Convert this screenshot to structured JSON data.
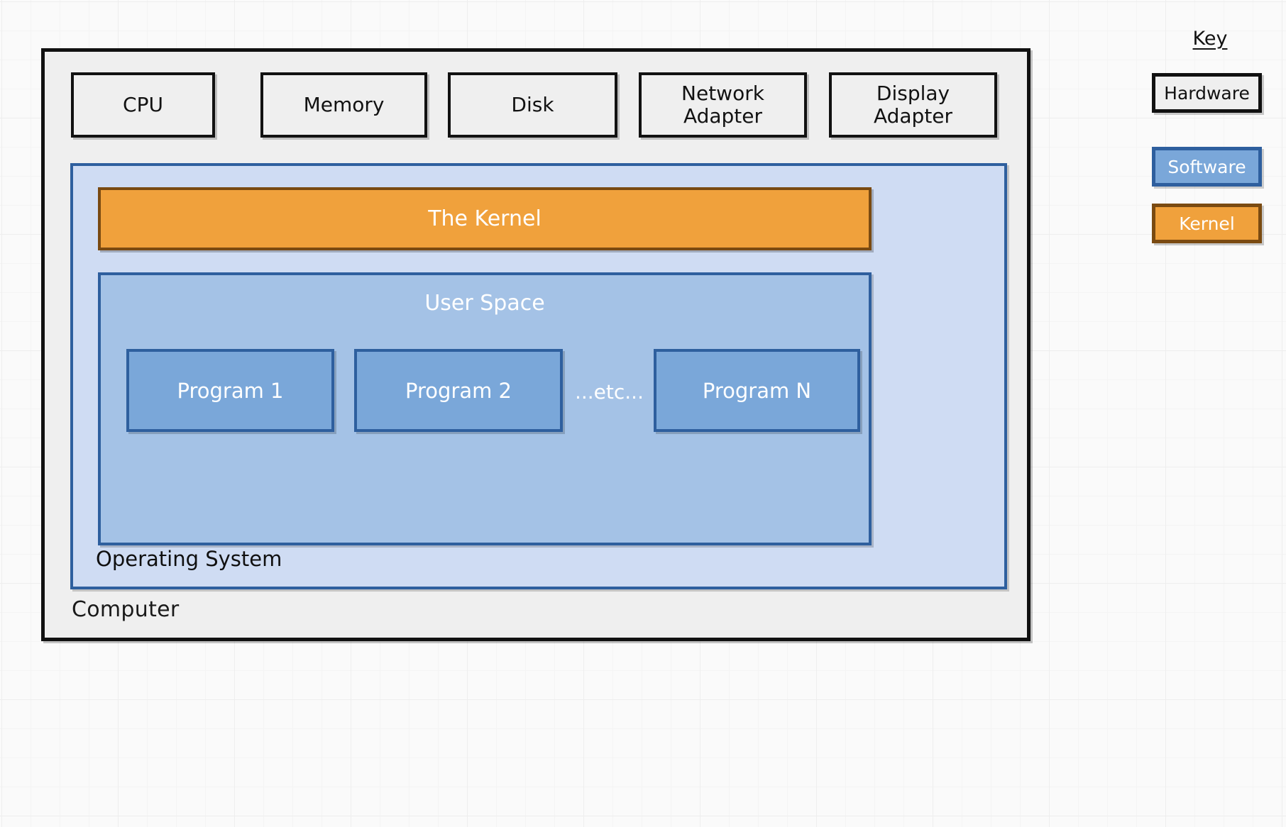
{
  "diagram": {
    "title": "Computer / Operating System layered architecture",
    "computer": {
      "label": "Computer",
      "hardware": [
        {
          "name": "cpu",
          "line1": "CPU",
          "line2": ""
        },
        {
          "name": "memory",
          "line1": "Memory",
          "line2": ""
        },
        {
          "name": "disk",
          "line1": "Disk",
          "line2": ""
        },
        {
          "name": "network-adapter",
          "line1": "Network",
          "line2": "Adapter"
        },
        {
          "name": "display-adapter",
          "line1": "Display",
          "line2": "Adapter"
        }
      ],
      "operating_system": {
        "label": "Operating System",
        "kernel": {
          "label": "The Kernel"
        },
        "user_space": {
          "label": "User Space",
          "programs": [
            {
              "label": "Program 1"
            },
            {
              "label": "Program 2"
            },
            {
              "label": "Program N"
            }
          ],
          "ellipsis": "...etc..."
        }
      }
    },
    "key": {
      "title": "Key",
      "entries": [
        {
          "label": "Hardware",
          "fill": "#efefef",
          "stroke": "#111111",
          "text": "#121212"
        },
        {
          "label": "Software",
          "fill": "#7aa7d9",
          "stroke": "#2e5f9e",
          "text": "#ffffff"
        },
        {
          "label": "Kernel",
          "fill": "#f0a13c",
          "stroke": "#7a4a11",
          "text": "#ffffff"
        }
      ]
    },
    "colors": {
      "canvas_background": "#fafafa",
      "grid_line": "#eeeeee",
      "hardware_fill": "#efefef",
      "hardware_stroke": "#111111",
      "os_fill": "#cfdcf3",
      "os_stroke": "#2e5f9e",
      "user_space_fill": "#a4c2e6",
      "program_fill": "#7aa7d9",
      "kernel_fill": "#f0a13c",
      "kernel_stroke": "#7a4a11"
    }
  }
}
